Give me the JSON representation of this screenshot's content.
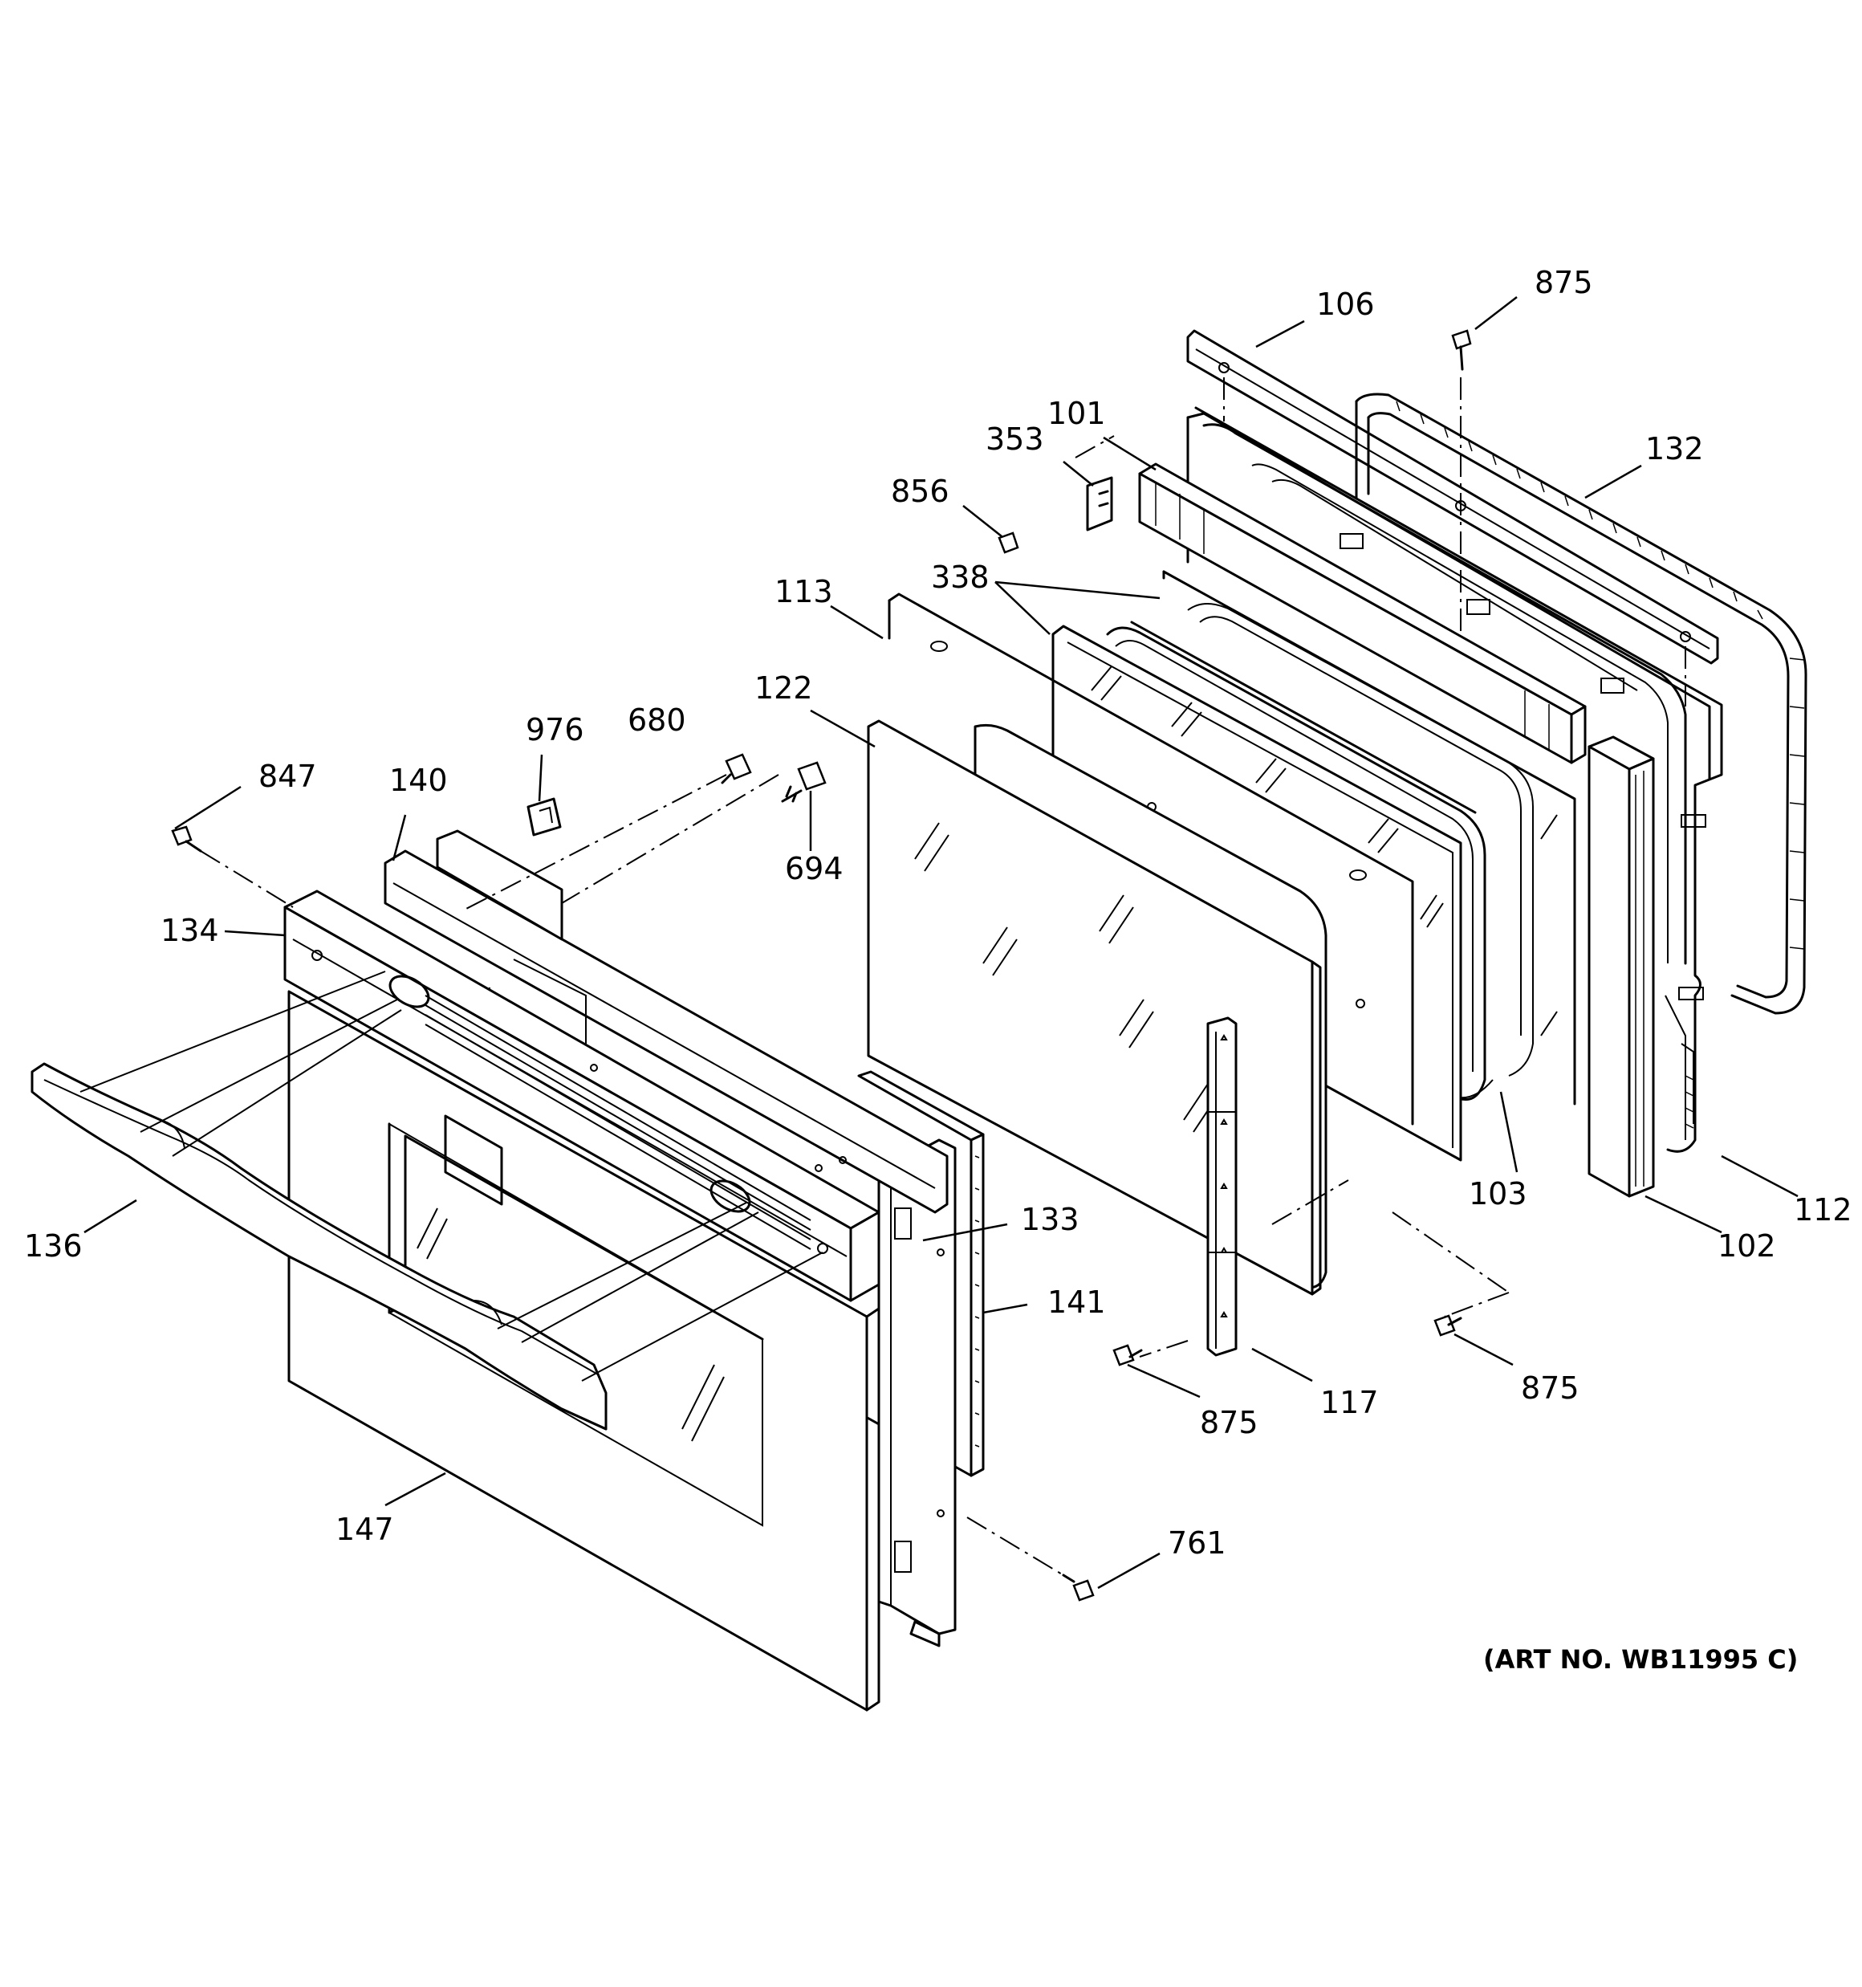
{
  "diagram": {
    "art_number": "(ART NO. WB11995 C)",
    "callouts": {
      "c106": "106",
      "c875_top": "875",
      "c101": "101",
      "c353": "353",
      "c132": "132",
      "c856": "856",
      "c338": "338",
      "c113": "113",
      "c122": "122",
      "c976": "976",
      "c680": "680",
      "c847": "847",
      "c140": "140",
      "c694": "694",
      "c134": "134",
      "c136": "136",
      "c133": "133",
      "c141": "141",
      "c103": "103",
      "c112": "112",
      "c102": "102",
      "c875_left": "875",
      "c117": "117",
      "c875_right": "875",
      "c147": "147",
      "c761": "761"
    }
  }
}
